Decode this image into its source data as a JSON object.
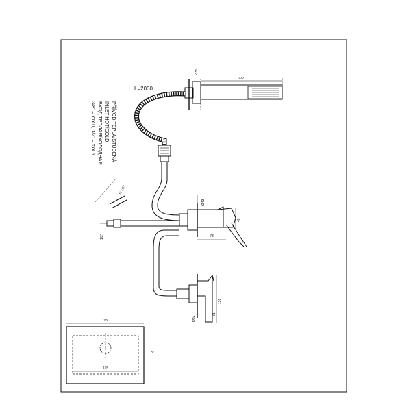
{
  "drawing": {
    "hose_label": "L=2000",
    "inlet_lines": [
      "PŘÍVOD TEPLÁ/STUDENÁ",
      "INLET HOT/COLD",
      "ВХОД ТЕПЛАЯ/ХОЛОДНАЯ",
      "3/8\" – xxx.0, 1/2\" – xxx.5"
    ],
    "dims": {
      "shower_length": "222",
      "shower_wall": "Ø35",
      "mixer_height": "49",
      "mixer_depth": "78",
      "mixer_rosette": "Ø43",
      "spout_height": "131",
      "spout_depth": "81",
      "spout_rosette": "Ø32",
      "connector_half": "1/2\"",
      "connector_half_b": "G 1/2\"",
      "basin_width": "195",
      "basin_inner": "165",
      "basin_note": "8°"
    }
  }
}
